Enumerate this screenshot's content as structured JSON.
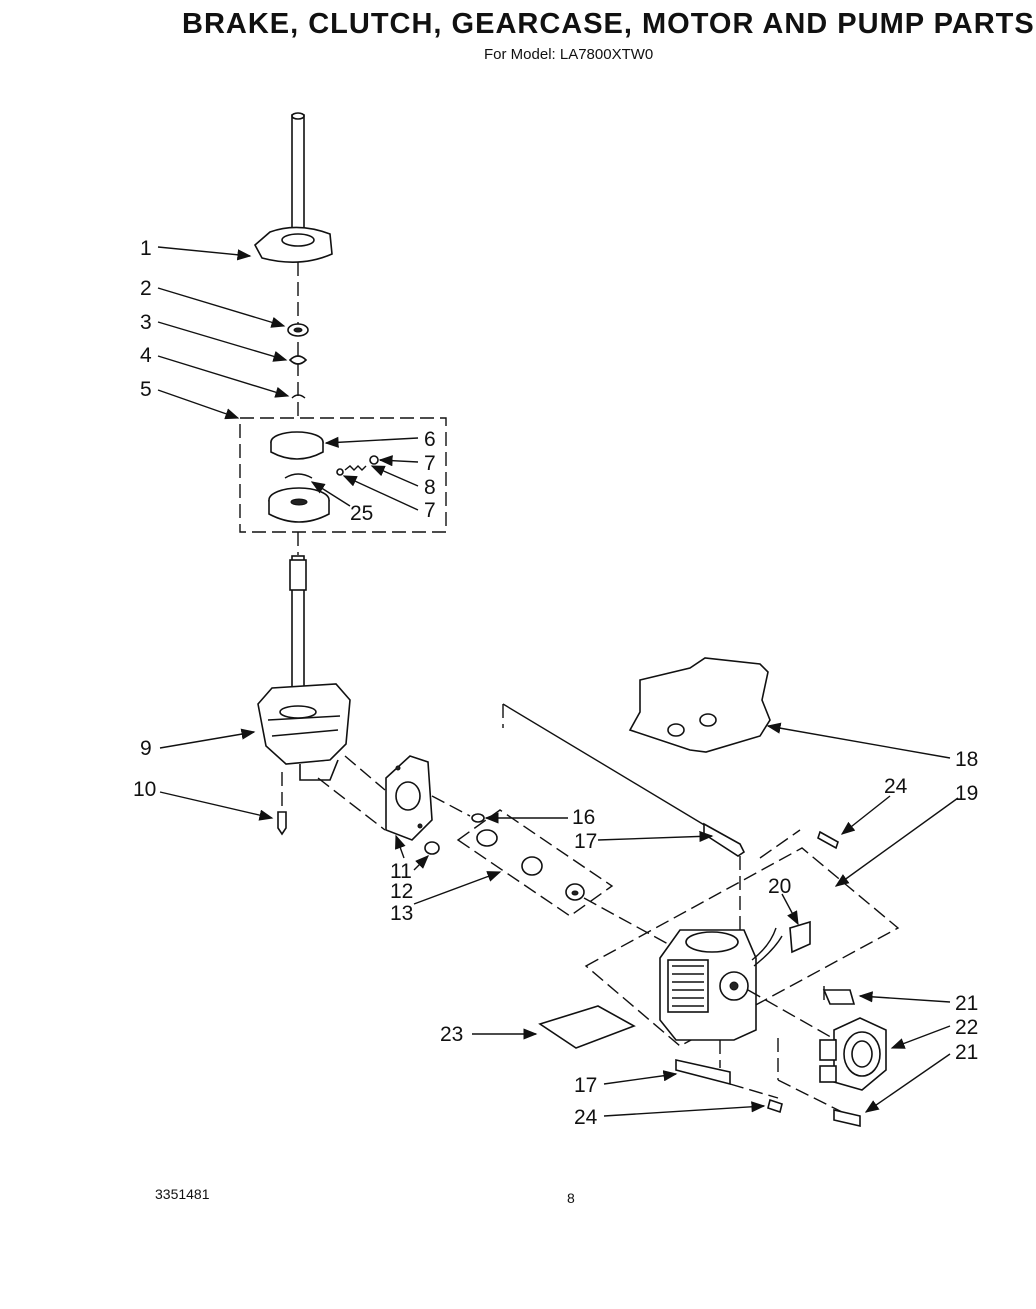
{
  "title": "BRAKE, CLUTCH, GEARCASE, MOTOR AND  PUMP PARTS",
  "subtitle": "For Model: LA7800XTW0",
  "footer": {
    "code": "3351481",
    "page": "8"
  },
  "callouts": [
    "1",
    "2",
    "3",
    "4",
    "5",
    "6",
    "7",
    "8",
    "25",
    "7",
    "9",
    "10",
    "11",
    "12",
    "13",
    "16",
    "17",
    "18",
    "24",
    "19",
    "20",
    "21",
    "22",
    "21",
    "23",
    "17",
    "24"
  ]
}
